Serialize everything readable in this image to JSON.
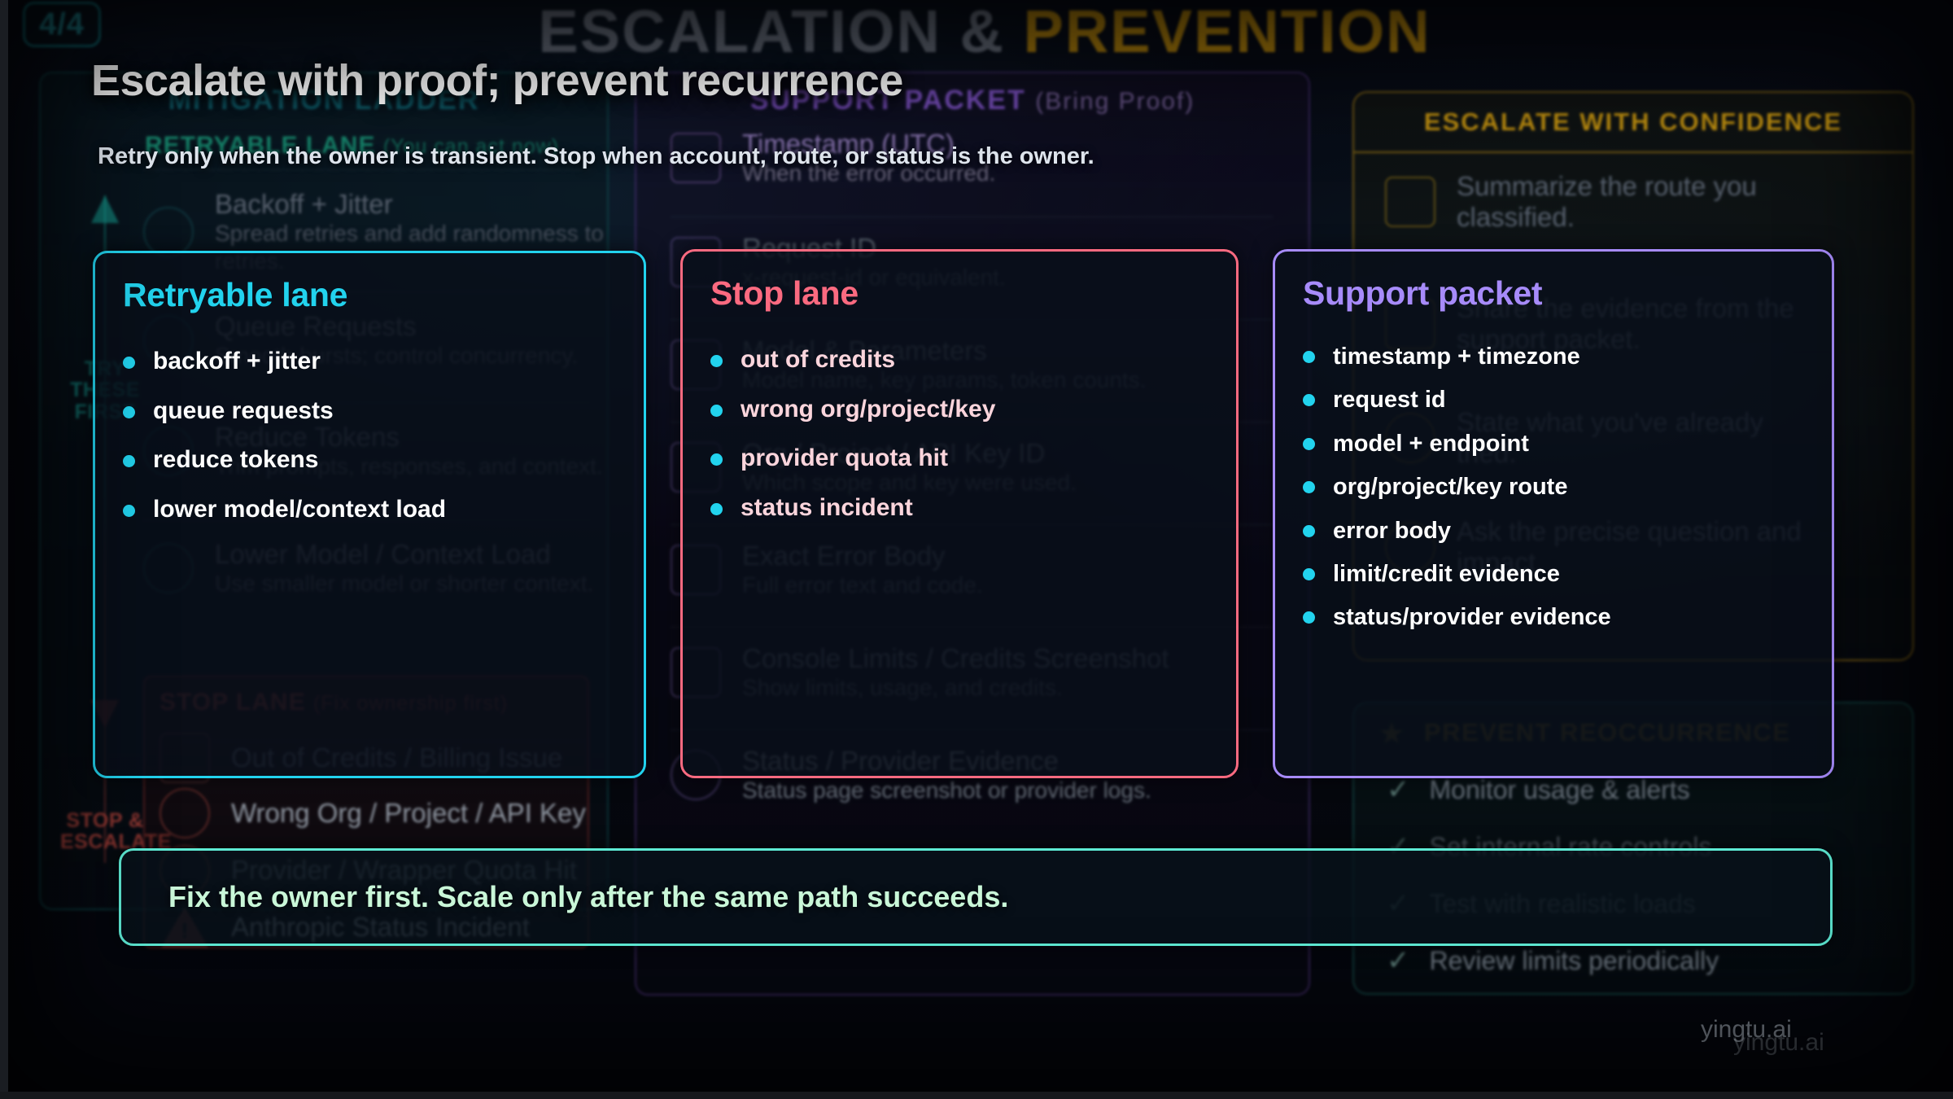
{
  "slide": {
    "badge": "4/4",
    "bg_heading_left": "ESCALATION &",
    "bg_heading_right": "PREVENTION",
    "title": "Escalate with proof; prevent recurrence",
    "subtitle": "Retry only when the owner is transient. Stop when account, route, or status is the owner."
  },
  "background": {
    "left_column": {
      "heading": "MITIGATION LADDER",
      "rail_label_top": "TRY THESE FIRST",
      "rail_label_bottom": "STOP & ESCALATE",
      "retry_lane_head": "RETRYABLE LANE",
      "retry_lane_sub": "(You can act now)",
      "stop_lane_head": "STOP LANE",
      "stop_lane_sub": "(Fix ownership first)",
      "retry_rows": [
        {
          "title": "Backoff + Jitter",
          "desc": "Spread retries and add randomness to retries.",
          "icon": "clock-icon"
        },
        {
          "title": "Queue Requests",
          "desc": "Smooth bursts; control concurrency.",
          "icon": "queue-icon"
        },
        {
          "title": "Reduce Tokens",
          "desc": "Trim prompts, responses, and context.",
          "icon": "tokens-icon"
        },
        {
          "title": "Lower Model / Context Load",
          "desc": "Use smaller model or shorter context.",
          "icon": "gauge-icon"
        }
      ],
      "stop_rows": [
        {
          "title": "Out of Credits / Billing Issue",
          "icon": "billing-icon"
        },
        {
          "title": "Wrong Org / Project / API Key",
          "icon": "key-icon"
        },
        {
          "title": "Provider / Wrapper Quota Hit",
          "icon": "cloud-icon"
        },
        {
          "title": "Anthropic Status Incident",
          "icon": "warning-icon"
        }
      ]
    },
    "mid_column": {
      "heading": "SUPPORT PACKET",
      "heading_sub": "(Bring Proof)",
      "rows": [
        {
          "title": "Timestamp (UTC)",
          "desc": "When the error occurred.",
          "icon": "calendar-clock-icon"
        },
        {
          "title": "Request ID",
          "desc": "x-request-id or equivalent.",
          "icon": "id-card-icon"
        },
        {
          "title": "Model & Parameters",
          "desc": "Model name, key params, token counts.",
          "icon": "document-icon"
        },
        {
          "title": "Org / Project / API Key ID",
          "desc": "Which scope and key were used.",
          "icon": "lock-icon"
        },
        {
          "title": "Exact Error Body",
          "desc": "Full error text and code.",
          "icon": "file-text-icon"
        },
        {
          "title": "Console Limits / Credits Screenshot",
          "desc": "Show limits, usage, and credits.",
          "icon": "screenshot-icon"
        },
        {
          "title": "Status / Provider Evidence",
          "desc": "Status page screenshot or provider logs.",
          "icon": "jellyfish-icon"
        }
      ]
    },
    "right_column": {
      "heading": "ESCALATE WITH CONFIDENCE",
      "rows": [
        {
          "title": "Summarize the route you classified.",
          "icon": "clipboard-check-icon"
        },
        {
          "title": "Share the evidence from the support packet.",
          "icon": "list-icon"
        },
        {
          "title": "State what you've already tried.",
          "icon": "bulb-icon"
        },
        {
          "title": "Ask the precise question and impact.",
          "icon": "question-icon"
        }
      ]
    },
    "prevent": {
      "heading": "PREVENT REOCCURRENCE",
      "star_icon": "star-icon",
      "items": [
        "Monitor usage & alerts",
        "Set internal rate controls",
        "Test with realistic loads",
        "Review limits periodically"
      ]
    }
  },
  "cards": [
    {
      "id": "retryable",
      "title": "Retryable lane",
      "accent": "#22d3ee",
      "items": [
        "backoff + jitter",
        "queue requests",
        "reduce tokens",
        "lower model/context load"
      ]
    },
    {
      "id": "stop",
      "title": "Stop lane",
      "accent": "#fb6a80",
      "items": [
        "out of credits",
        "wrong org/project/key",
        "provider quota hit",
        "status incident"
      ]
    },
    {
      "id": "support",
      "title": "Support packet",
      "accent": "#a78bfa",
      "items": [
        "timestamp + timezone",
        "request id",
        "model + endpoint",
        "org/project/key route",
        "error body",
        "limit/credit evidence",
        "status/provider evidence"
      ]
    }
  ],
  "banner": {
    "text": "Fix the owner first. Scale only after the same path succeeds.",
    "accent": "#5eead4"
  },
  "watermark": {
    "primary": "yingtu.ai",
    "secondary": "yingtu.ai"
  }
}
